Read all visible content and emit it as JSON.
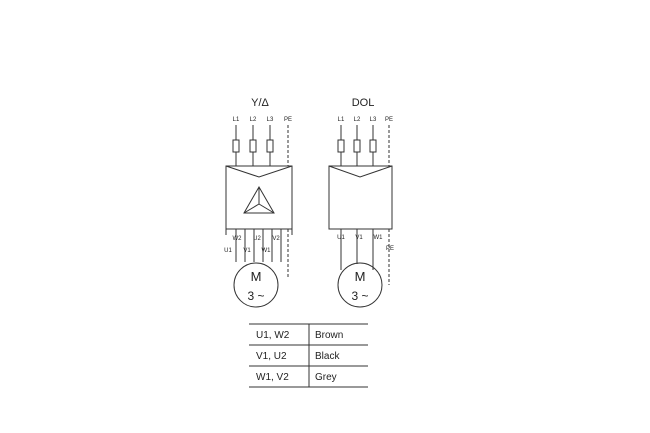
{
  "diagrams": [
    {
      "title": "Y/Δ",
      "supply_labels": [
        "L1",
        "L2",
        "L3",
        "PE"
      ],
      "top_terminals": [
        "W2",
        "U2",
        "V2"
      ],
      "bottom_terminals": [
        "U1",
        "V1",
        "W1"
      ],
      "motor_letter": "M",
      "motor_phase": "3 ~"
    },
    {
      "title": "DOL",
      "supply_labels": [
        "L1",
        "L2",
        "L3",
        "PE"
      ],
      "terminals": [
        "U1",
        "V1",
        "W1",
        "PE"
      ],
      "motor_letter": "M",
      "motor_phase": "3 ~"
    }
  ],
  "wire_table": [
    {
      "terminals": "U1, W2",
      "color": "Brown"
    },
    {
      "terminals": "V1, U2",
      "color": "Black"
    },
    {
      "terminals": "W1, V2",
      "color": "Grey"
    }
  ]
}
